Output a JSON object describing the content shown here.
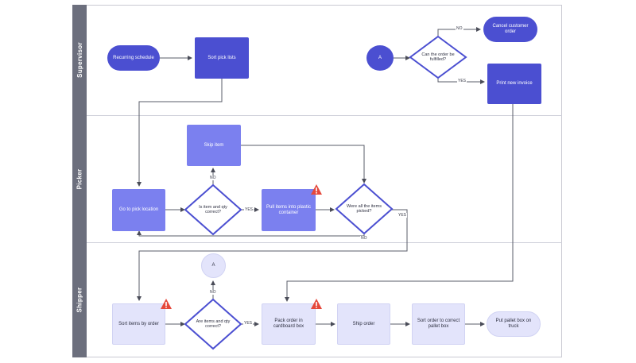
{
  "lanes": {
    "supervisor": "Supervisor",
    "picker": "Picker",
    "shipper": "Shipper"
  },
  "nodes": {
    "recurring_schedule": "Recurring schedule",
    "sort_pick_lists": "Sort pick lists",
    "connector_a_top": "A",
    "can_order_be_fulfilled": "Can the order be fulfilled?",
    "cancel_customer_order": "Cancel customer order",
    "print_new_invoice": "Print new invoice",
    "skip_item": "Skip item",
    "go_to_pick_location": "Go to pick location",
    "is_item_correct": "Is item and qty correct?",
    "pull_items": "Pull items into plastic container",
    "were_all_items_picked": "Were all the items picked?",
    "connector_a_bottom": "A",
    "sort_by_order": "Sort items by order",
    "are_items_qty_correct": "Are items and qty correct?",
    "pack_order": "Pack order in cardboard box",
    "ship_order": "Ship order",
    "sort_to_pallet": "Sort order to correct pallet box",
    "pallet_ready": "Put pallet box on truck"
  },
  "edge_labels": {
    "no_cancel": "NO",
    "yes_print": "YES",
    "no_skip": "NO",
    "yes_pull": "YES",
    "yes_were": "YES",
    "no_were": "NO",
    "no_a": "NO",
    "yes_pack": "YES"
  },
  "colors": {
    "dark": "#4b4fd1",
    "mid": "#7b80ef",
    "light": "#e3e4fb",
    "lane_header": "#6c6f7d",
    "warning": "#e5483b"
  }
}
